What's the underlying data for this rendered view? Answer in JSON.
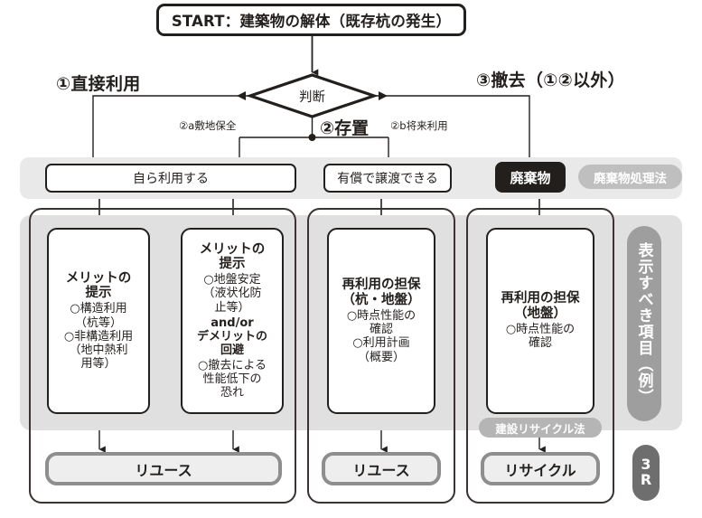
{
  "start": {
    "label": "START：建築物の解体（既存杭の発生）"
  },
  "decision": {
    "label": "判断"
  },
  "branches": {
    "b1": "①直接利用",
    "b2": "②存置",
    "b3": "③撤去（①②以外）",
    "b2a": "②a敷地保全",
    "b2b": "②b将来利用"
  },
  "classification": {
    "self_use": "自ら利用する",
    "sell": "有償で譲渡できる",
    "waste": "廃棄物",
    "waste_law_pill": "廃棄物処理法"
  },
  "items": [
    {
      "head": "メリットの\n提示",
      "body": "○構造利用\n（杭等）\n○非構造利用\n（地中熱利\n用等）",
      "mid": "",
      "body2": ""
    },
    {
      "head": "メリットの\n提示",
      "body": "○地盤安定\n（液状化防\n止等）",
      "mid": "and/or\nデメリットの\n回避",
      "body2": "○撤去による\n性能低下の\n恐れ"
    },
    {
      "head": "再利用の担保\n（杭・地盤）",
      "body": "○時点性能の\n確認\n○利用計画\n（概要）",
      "mid": "",
      "body2": ""
    },
    {
      "head": "再利用の担保\n（地盤）",
      "body": "○時点性能の\n確認",
      "mid": "",
      "body2": ""
    }
  ],
  "recycle_law_pill": "建設リサイクル法",
  "results": {
    "reuse_a": "リユース",
    "reuse_b": "リユース",
    "recycle_c": "リサイクル"
  },
  "side": {
    "vertical_label": "表示すべき項目（例）",
    "r3_line1": "3",
    "r3_line2": "R"
  },
  "colors": {
    "ink": "#231f1d",
    "band": "#e9e9e9",
    "panel": "#e0e0e0",
    "pill_gray": "#bfbfbf",
    "result_border": "#8e8e8e",
    "result_fill": "#eeeeee",
    "vert_pill": "#9e9e9e",
    "r3_fill": "#6e6e6e"
  }
}
